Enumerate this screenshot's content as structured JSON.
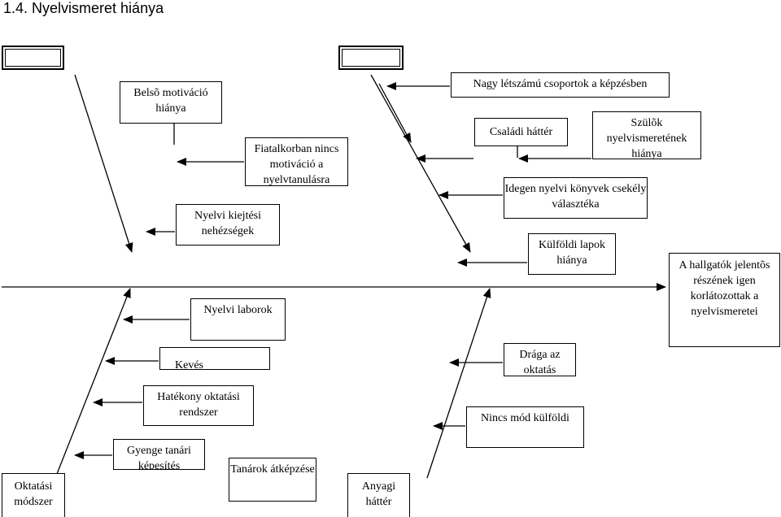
{
  "title": "1.4. Nyelvismeret hiánya",
  "effect": "A hallgatók jelentõs részének igen korlátozottak a nyelvismeretei",
  "categories": {
    "methods": "Oktatási módszer",
    "material": "Anyagi háttér"
  },
  "causes": {
    "inner_motivation": "Belsõ motiváció hiánya",
    "young_motivation": "Fiatalkorban nincs motiváció a nyelvtanulásra",
    "pronunciation": "Nyelvi kiejtési nehézségek",
    "language_labs": "Nyelvi laborok",
    "few": "Kevés",
    "effective_system": "Hatékony oktatási rendszer",
    "weak_teachers": "Gyenge tanári képesítés",
    "teacher_retraining": "Tanárok átképzése",
    "large_groups": "Nagy létszámú csoportok a képzésben",
    "family": "Családi háttér",
    "parents": "Szülõk nyelvismeretének hiánya",
    "foreign_books": "Idegen nyelvi könyvek csekély választéka",
    "foreign_papers": "Külföldi lapok hiánya",
    "expensive": "Drága az oktatás",
    "no_abroad": "Nincs mód külföldi"
  }
}
